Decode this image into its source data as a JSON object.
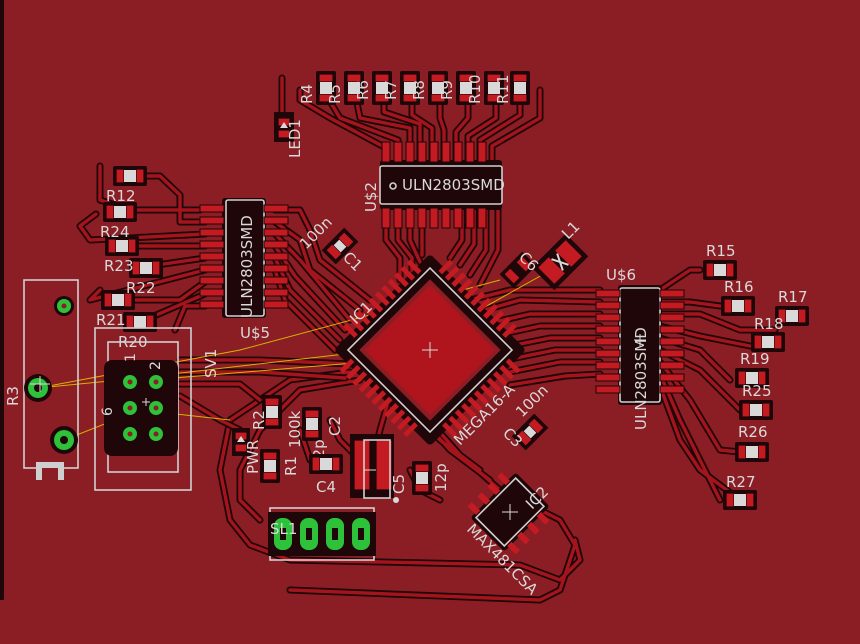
{
  "board": {
    "background": "#8b1d24",
    "copper": "#c41a22",
    "isolation": "#1f0608",
    "silkscreen": "#d0d0d0",
    "airwire": "#d8b300",
    "via": "#2ec13a"
  },
  "labels": {
    "u2_name": "U$2",
    "u2_value": "ULN2803SMD",
    "u5_name": "U$5",
    "u5_value": "ULN2803SMD",
    "u6_name": "U$6",
    "u6_value": "ULN2803SMD",
    "ic1_name": "IC1",
    "ic1_value": "MEGA16-A",
    "ic2_name": "IC2",
    "ic2_value": "MAX481CSA",
    "led1": "LED1",
    "l1": "L1",
    "c1": "C1",
    "c1_val": "100n",
    "c2": "C2",
    "c2_val": "12p",
    "c3": "C3",
    "c3_val": "100n",
    "c4": "C4",
    "c5": "C5",
    "c5_val": "12p",
    "c6": "C6",
    "sv1": "SV1",
    "sl1": "SL1",
    "pwr": "PWR",
    "r1": "R1",
    "r1_val": "100k",
    "r2": "R2",
    "r3": "R3",
    "r4": "R4",
    "r5": "R5",
    "r6": "R6",
    "r7": "R7",
    "r8": "R8",
    "r9": "R9",
    "r10": "R10",
    "r11": "R11",
    "r12": "R12",
    "r15": "R15",
    "r16": "R16",
    "r17": "R17",
    "r18": "R18",
    "r19": "R19",
    "r20": "R20",
    "r21": "R21",
    "r22": "R22",
    "r23": "R23",
    "r24": "R24",
    "r25": "R25",
    "r26": "R26",
    "r27": "R27",
    "pin_1": "1",
    "pin_2": "2",
    "pin_6": "6"
  }
}
